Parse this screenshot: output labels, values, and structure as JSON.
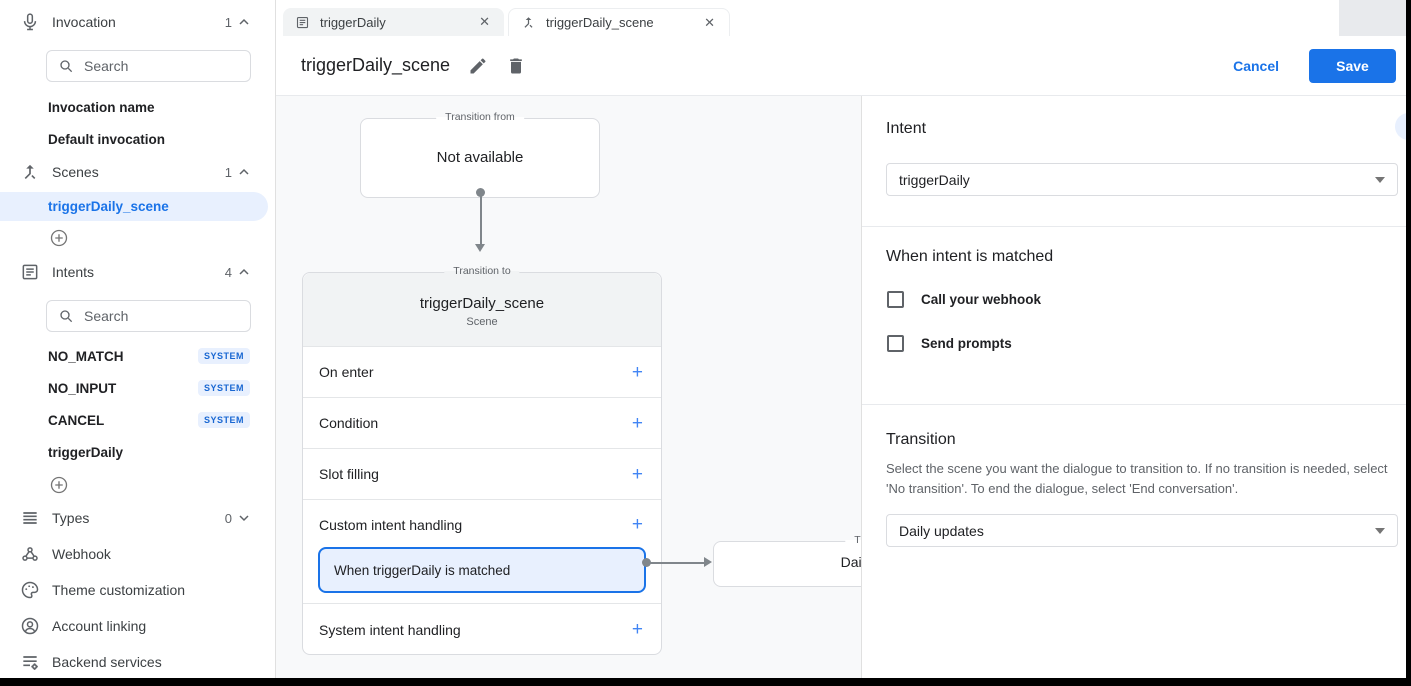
{
  "icons": {
    "close": "✕",
    "plus": "+"
  },
  "tabs": [
    {
      "label": "triggerDaily"
    },
    {
      "label": "triggerDaily_scene"
    }
  ],
  "header": {
    "title": "triggerDaily_scene",
    "cancel_label": "Cancel",
    "save_label": "Save"
  },
  "sidebar": {
    "invocation": {
      "label": "Invocation",
      "count": "1",
      "search_placeholder": "Search",
      "items": [
        {
          "label": "Invocation name"
        },
        {
          "label": "Default invocation"
        }
      ]
    },
    "scenes": {
      "label": "Scenes",
      "count": "1",
      "selected_item": "triggerDaily_scene"
    },
    "intents": {
      "label": "Intents",
      "count": "4",
      "search_placeholder": "Search",
      "items": [
        {
          "label": "NO_MATCH",
          "badge": "SYSTEM"
        },
        {
          "label": "NO_INPUT",
          "badge": "SYSTEM"
        },
        {
          "label": "CANCEL",
          "badge": "SYSTEM"
        },
        {
          "label": "triggerDaily",
          "badge": ""
        }
      ]
    },
    "types": {
      "label": "Types",
      "count": "0"
    },
    "links": [
      {
        "label": "Webhook"
      },
      {
        "label": "Theme customization"
      },
      {
        "label": "Account linking"
      },
      {
        "label": "Backend services"
      }
    ]
  },
  "canvas": {
    "transition_from": {
      "legend": "Transition from",
      "text": "Not available"
    },
    "scene_card": {
      "legend": "Transition to",
      "title": "triggerDaily_scene",
      "subtitle": "Scene",
      "rows": [
        "On enter",
        "Condition",
        "Slot filling",
        "Custom intent handling",
        "System intent handling"
      ],
      "selected_handler": "When triggerDaily is matched"
    },
    "target_card": {
      "legend": "Transition to",
      "text": "Daily updates"
    }
  },
  "panel": {
    "intent": {
      "heading": "Intent",
      "value": "triggerDaily"
    },
    "matched": {
      "heading": "When intent is matched",
      "checkboxes": [
        {
          "label": "Call your webhook",
          "checked": false
        },
        {
          "label": "Send prompts",
          "checked": false
        }
      ]
    },
    "transition": {
      "heading": "Transition",
      "description": "Select the scene you want the dialogue to transition to. If no transition is needed, select 'No transition'. To end the dialogue, select 'End conversation'.",
      "value": "Daily updates"
    }
  }
}
